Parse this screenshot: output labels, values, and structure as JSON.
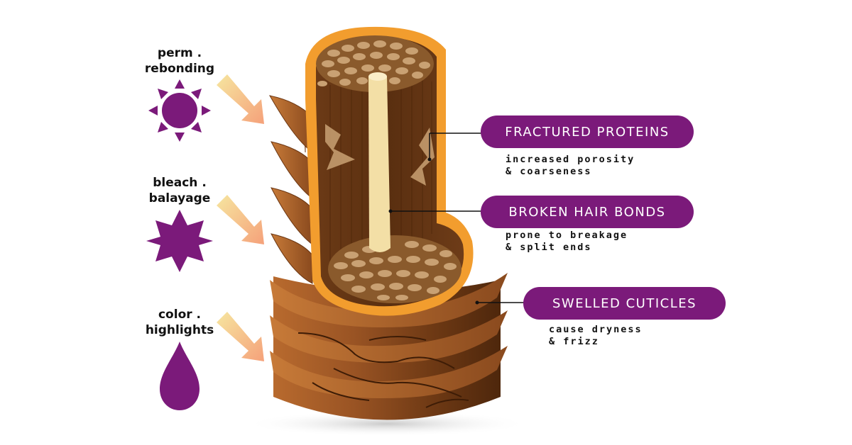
{
  "treatments": [
    {
      "lines": [
        "perm .",
        "rebonding"
      ],
      "icon": "sun-icon"
    },
    {
      "lines": [
        "bleach .",
        "balayage"
      ],
      "icon": "starburst-icon"
    },
    {
      "lines": [
        "color .",
        "highlights"
      ],
      "icon": "droplet-icon"
    }
  ],
  "callouts": [
    {
      "title": "FRACTURED PROTEINS",
      "desc": [
        "increased porosity",
        "& coarseness"
      ]
    },
    {
      "title": "BROKEN HAIR BONDS",
      "desc": [
        "prone to breakage",
        "& split ends"
      ]
    },
    {
      "title": "SWELLED CUTICLES",
      "desc": [
        "cause dryness",
        "& frizz"
      ]
    }
  ],
  "colors": {
    "accent": "#7b1a7a",
    "hair": "#8a4a1e",
    "hair_dark": "#5a2e10",
    "cortex_orange": "#f29d2e",
    "medulla": "#f3dfa6",
    "arrow_start": "#f6e6a0",
    "arrow_end": "#f5a17a"
  }
}
